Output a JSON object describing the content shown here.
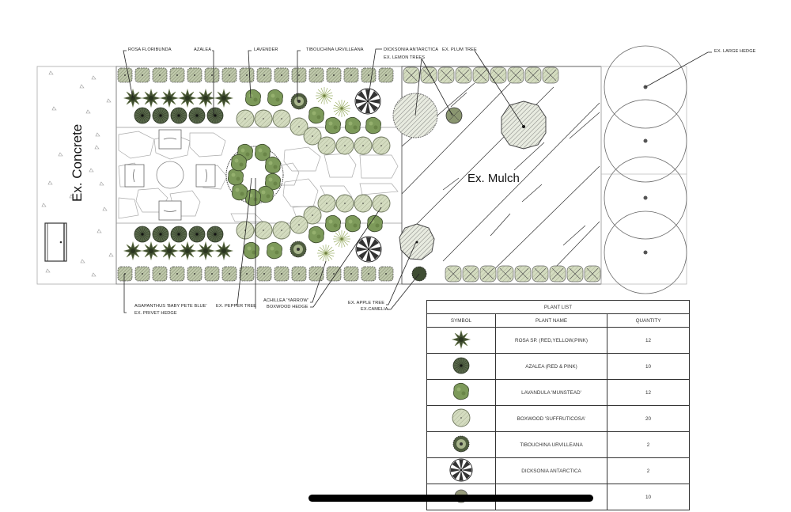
{
  "areas": {
    "concrete": "Ex. Concrete",
    "mulch": "Ex. Mulch"
  },
  "labels": {
    "rosa_floribunda": "ROSA FLORIBUNDA",
    "azalea": "AZALEA",
    "lavender": "LAVENDER",
    "tibouchina": "TIBOUCHINA URVILLEANA",
    "dicksonia": "DICKSONIA ANTARCTICA",
    "lemon_trees": "EX. LEMON TREES",
    "plum_tree": "EX. PLUM TREE",
    "large_hedge": "EX. LARGE HEDGE",
    "agapanthus": "AGAPANTHUS 'BABY PETE BLUE'",
    "privet_hedge": "EX. PRIVET HEDGE",
    "pepper_tree": "EX. PEPPER TREE",
    "achillea": "ACHILLEA 'YARROW'",
    "boxwood_hedge": "BOXWOOD HEDGE",
    "apple_tree": "EX. APPLE TREE",
    "camelia": "EX.CAMELIA"
  },
  "plant_list": {
    "title": "PLANT LIST",
    "headers": [
      "SYMBOL",
      "PLANT NAME",
      "QUANTITY"
    ],
    "rows": [
      {
        "symbol": "rosa-symbol-icon",
        "name": "ROSA SP. (RED,YELLOW,PINK)",
        "quantity": "12"
      },
      {
        "symbol": "azalea-symbol-icon",
        "name": "AZALEA (RED & PINK)",
        "quantity": "10"
      },
      {
        "symbol": "lavender-symbol-icon",
        "name": "LAVANDULA 'MUNSTEAD'",
        "quantity": "12"
      },
      {
        "symbol": "boxwood-symbol-icon",
        "name": "BOXWOOD 'SUFFRUTICOSA'",
        "quantity": "20"
      },
      {
        "symbol": "tibouchina-symbol-icon",
        "name": "TIBOUCHINA URVILLEANA",
        "quantity": "2"
      },
      {
        "symbol": "dicksonia-symbol-icon",
        "name": "DICKSONIA ANTARCTICA",
        "quantity": "2"
      },
      {
        "symbol": "achillea-symbol-icon",
        "name": "",
        "quantity": "10"
      }
    ]
  },
  "colors": {
    "hedge_fill": "#b9c2a6",
    "shrub_dark": "#4a5a3a",
    "lavender_fill": "#7d9a5a",
    "boxwood_fill": "#c8d4ad",
    "line": "#333333",
    "paving_line": "#9a9a9a"
  }
}
